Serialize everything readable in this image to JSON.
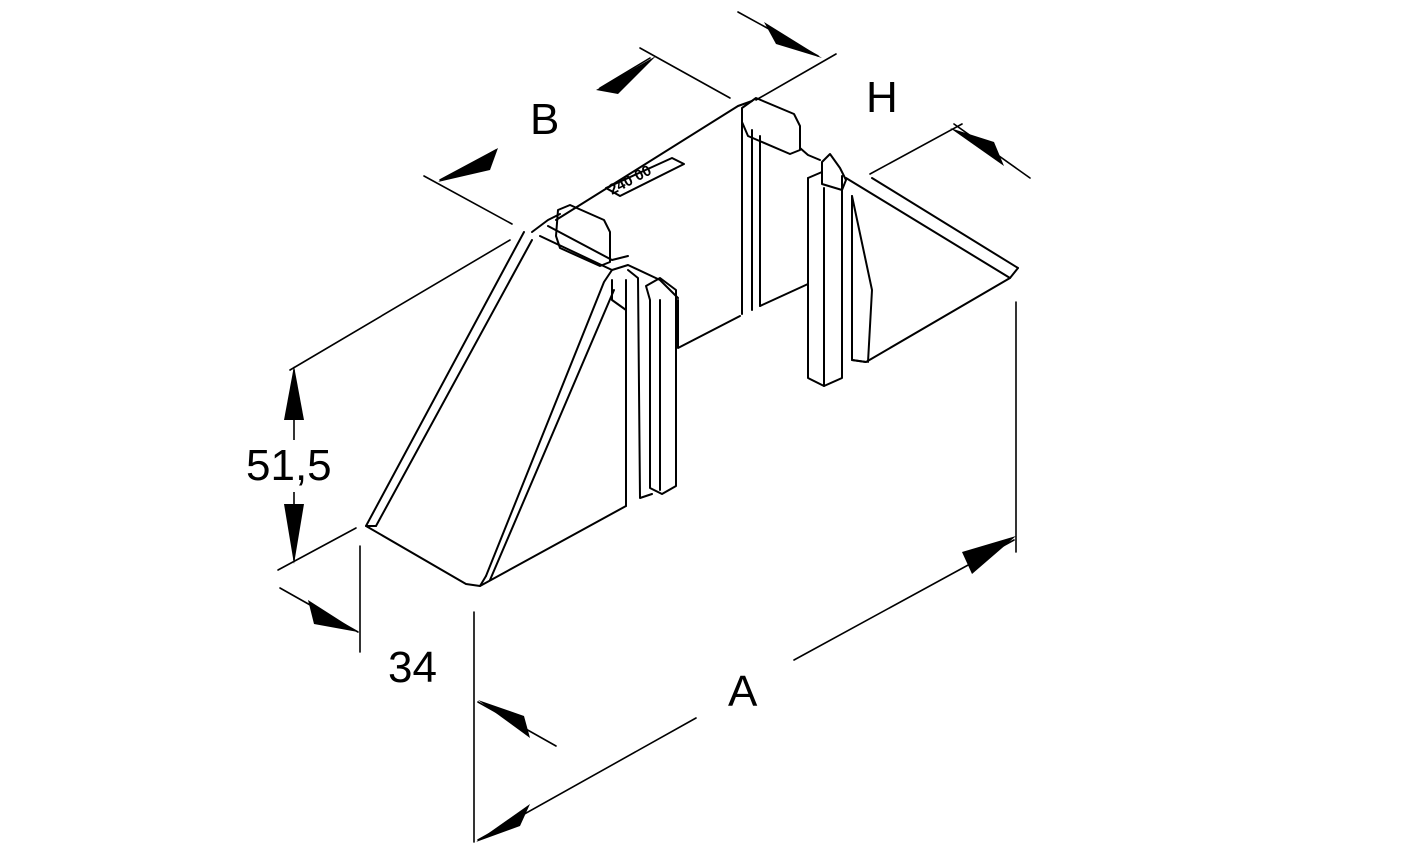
{
  "dimensions": {
    "height_label": "51,5",
    "depth_label": "34",
    "length_label": "A",
    "width_label": "B",
    "side_label": "H"
  },
  "part_marking": "240 00",
  "colors": {
    "line": "#000000",
    "background": "#ffffff"
  }
}
